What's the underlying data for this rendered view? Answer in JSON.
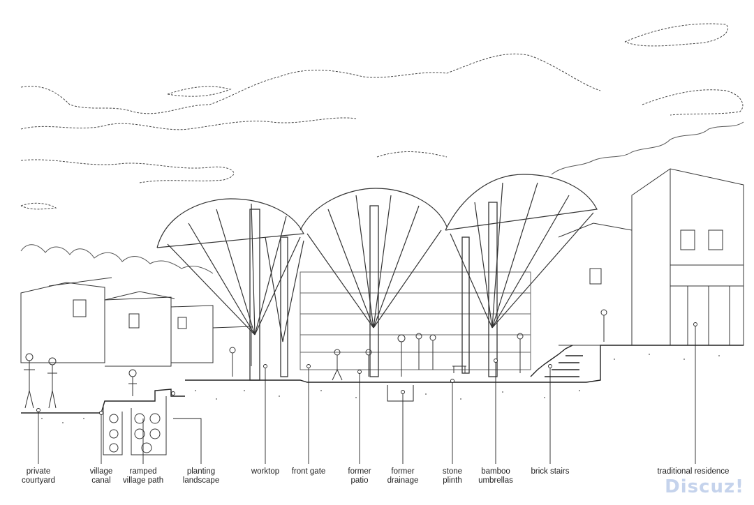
{
  "diagram": {
    "labels": [
      {
        "id": "private-courtyard",
        "lines": [
          "private",
          "courtyard"
        ]
      },
      {
        "id": "village-canal",
        "lines": [
          "village",
          "canal"
        ]
      },
      {
        "id": "ramped-village-path",
        "lines": [
          "ramped",
          "village path"
        ]
      },
      {
        "id": "planting-landscape",
        "lines": [
          "planting",
          "landscape"
        ]
      },
      {
        "id": "worktop",
        "lines": [
          "worktop"
        ]
      },
      {
        "id": "front-gate",
        "lines": [
          "front gate"
        ]
      },
      {
        "id": "former-patio",
        "lines": [
          "former",
          "patio"
        ]
      },
      {
        "id": "former-drainage",
        "lines": [
          "former",
          "drainage"
        ]
      },
      {
        "id": "stone-plinth",
        "lines": [
          "stone",
          "plinth"
        ]
      },
      {
        "id": "bamboo-umbrellas",
        "lines": [
          "bamboo",
          "umbrellas"
        ]
      },
      {
        "id": "brick-stairs",
        "lines": [
          "brick stairs"
        ]
      },
      {
        "id": "traditional-residence",
        "lines": [
          "traditional residence"
        ]
      }
    ],
    "watermark": "Discuz!"
  }
}
